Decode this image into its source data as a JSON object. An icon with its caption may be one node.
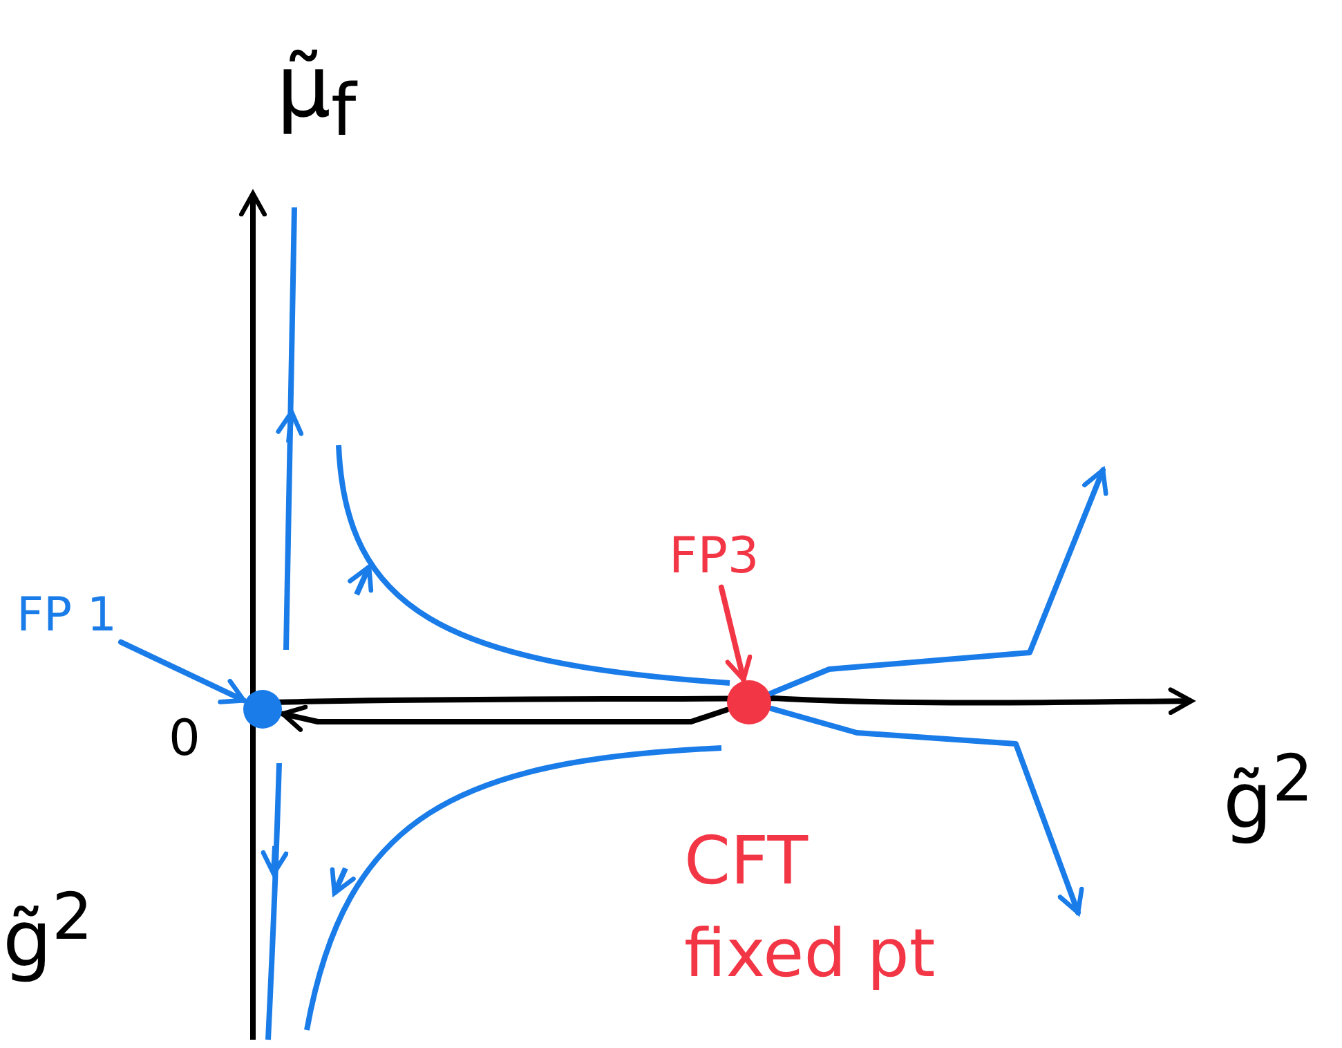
{
  "diagram": {
    "nodes": [
      {
        "text": [
          "FP 1"
        ]
      },
      {
        "text": [],
        "shape": "circle"
      },
      {
        "text": [
          "FP3"
        ]
      },
      {
        "text": [],
        "shape": "circle"
      }
    ],
    "edges": [
      {
        "from": 0,
        "to": 1,
        "arrow": "to"
      },
      {
        "from": 2,
        "to": 3,
        "arrow": "to",
        "color": "#f23645"
      },
      {
        "from": 3,
        "to": 1,
        "arrow": "to",
        "color": "#000000"
      },
      {
        "from": 3,
        "to": null,
        "arrow": "to"
      },
      {
        "from": 3,
        "to": null,
        "arrow": "to"
      }
    ],
    "labels": [
      "μ̃$_{f}$",
      "0",
      "g̃$^{2}$",
      "g̃$^{2}$",
      "CFT fixed pt"
    ]
  }
}
